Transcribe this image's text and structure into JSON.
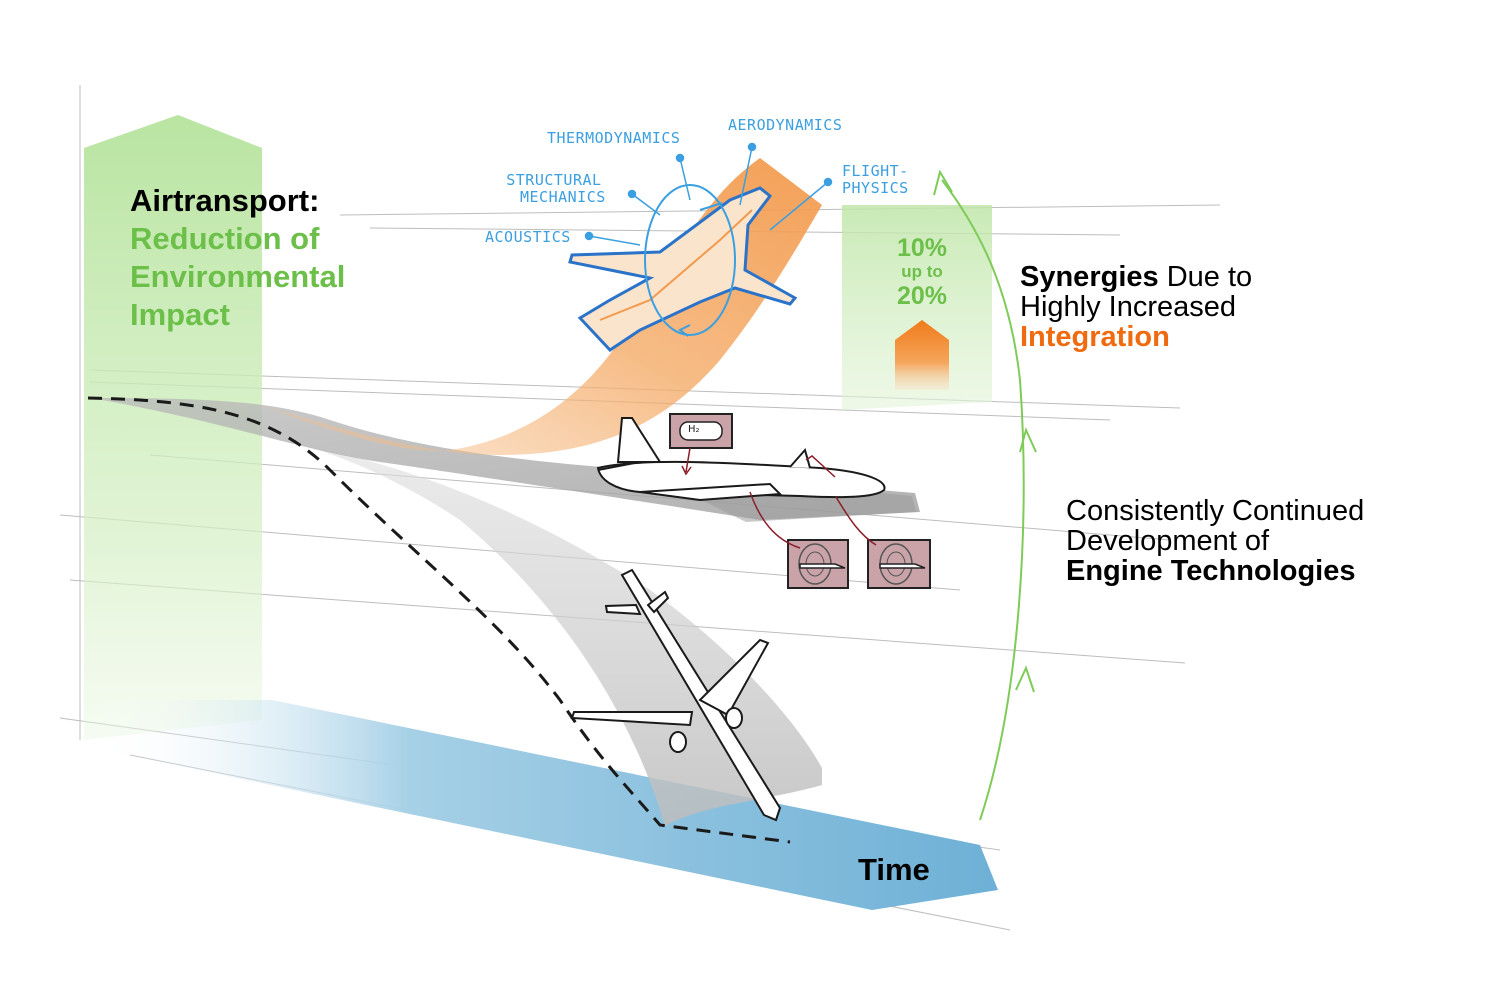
{
  "headline": {
    "line1": "Airtransport:",
    "line2": "Reduction of",
    "line3": "Environmental",
    "line4": "Impact"
  },
  "disciplines": {
    "thermodynamics": "THERMODYNAMICS",
    "aerodynamics": "AERODYNAMICS",
    "structural_line1": "STRUCTURAL",
    "structural_line2": "MECHANICS",
    "flight_line1": "FLIGHT-",
    "flight_line2": "PHYSICS",
    "acoustics": "ACOUSTICS"
  },
  "gain": {
    "low": "10%",
    "mid": "up to",
    "high": "20%"
  },
  "synergies": {
    "word1": "Synergies",
    "word1_rest": " Due to",
    "line2": "Highly Increased",
    "line3": "Integration"
  },
  "engine": {
    "line1": "Consistently Continued",
    "line2": "Development of",
    "line3": "Engine Technologies"
  },
  "fuel_tank_label": "H₂",
  "time_label": "Time",
  "colors": {
    "green": "#6cc04a",
    "orange": "#f06a0f",
    "blue": "#3b9fe0",
    "time_band": "#7ab8d8",
    "engine_box": "#c9a3a8"
  }
}
